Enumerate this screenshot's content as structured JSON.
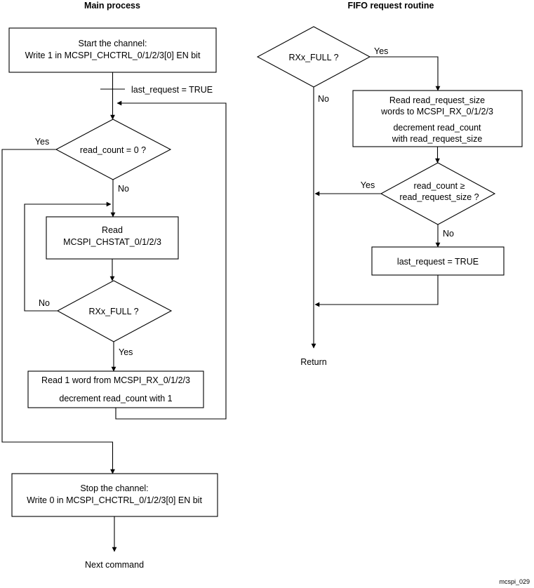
{
  "figure": {
    "id_label": "mcspi_029",
    "columns": [
      {
        "key": "main",
        "title": "Main process"
      },
      {
        "key": "fifo",
        "title": "FIFO request routine"
      }
    ]
  },
  "main_process": {
    "title": "Main process",
    "nodes": {
      "start_channel": {
        "type": "process",
        "line1": "Start the channel:",
        "line2": "Write 1 in MCSPI_CHCTRL_0/1/2/3[0] EN bit"
      },
      "last_request_note": {
        "type": "annotation",
        "text": "last_request = TRUE"
      },
      "read_count_zero": {
        "type": "decision",
        "text": "read_count = 0 ?"
      },
      "read_chstat": {
        "type": "process",
        "line1": "Read",
        "line2": "MCSPI_CHSTAT_0/1/2/3"
      },
      "rxx_full": {
        "type": "decision",
        "text": "RXx_FULL ?"
      },
      "read_one_word": {
        "type": "process",
        "line1": "Read 1 word from MCSPI_RX_0/1/2/3",
        "line2": "decrement read_count with 1"
      },
      "stop_channel": {
        "type": "process",
        "line1": "Stop the channel:",
        "line2": "Write 0 in MCSPI_CHCTRL_0/1/2/3[0] EN bit"
      },
      "next_command": {
        "type": "terminator",
        "text": "Next command"
      }
    },
    "edge_labels": {
      "read_count_zero_yes": "Yes",
      "read_count_zero_no": "No",
      "rxx_full_no": "No",
      "rxx_full_yes": "Yes"
    }
  },
  "fifo_routine": {
    "title": "FIFO request routine",
    "nodes": {
      "rxx_full": {
        "type": "decision",
        "text": "RXx_FULL ?"
      },
      "read_request": {
        "type": "process",
        "line1": "Read read_request_size",
        "line2": "words to MCSPI_RX_0/1/2/3",
        "line3": "decrement read_count",
        "line4": "with read_request_size"
      },
      "count_vs_size": {
        "type": "decision",
        "line1": "read_count ≥",
        "line2": "read_request_size ?"
      },
      "last_request_true": {
        "type": "process",
        "line1": "last_request = TRUE"
      },
      "return": {
        "type": "terminator",
        "text": "Return"
      }
    },
    "edge_labels": {
      "rxx_full_yes": "Yes",
      "rxx_full_no": "No",
      "count_vs_size_yes": "Yes",
      "count_vs_size_no": "No"
    }
  },
  "colors": {
    "stroke": "#000000",
    "fill": "#ffffff",
    "text": "#000000"
  }
}
